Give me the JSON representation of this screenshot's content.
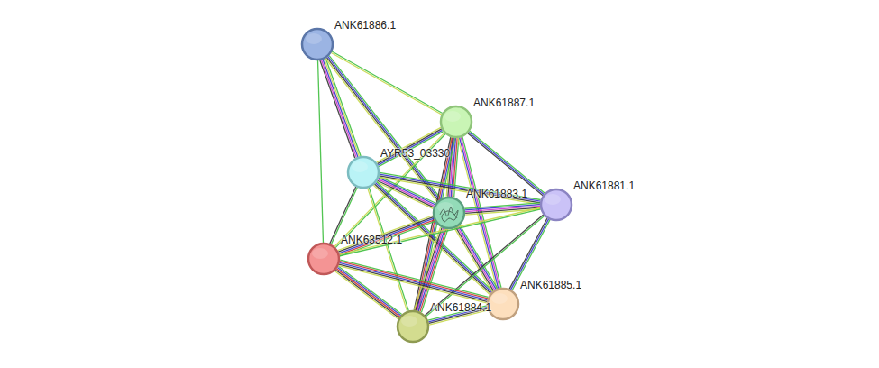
{
  "diagram": {
    "nodes": [
      {
        "text": [
          "ANK61886.1"
        ]
      },
      {
        "text": [
          "ANK61887.1"
        ]
      },
      {
        "text": [
          "AYR53_03330"
        ]
      },
      {
        "text": [
          "ANK61883.1"
        ]
      },
      {
        "text": [
          "ANK61881.1"
        ]
      },
      {
        "text": [
          "ANK63512.1"
        ]
      },
      {
        "text": [
          "ANK61885.1"
        ]
      },
      {
        "text": [
          "ANK61884.1"
        ]
      }
    ],
    "edges": [
      {
        "from": 0,
        "to": 1,
        "arrow": "none"
      },
      {
        "from": 0,
        "to": 2,
        "arrow": "none"
      },
      {
        "from": 0,
        "to": 3,
        "arrow": "none"
      },
      {
        "from": 0,
        "to": 5,
        "arrow": "none"
      },
      {
        "from": 1,
        "to": 2,
        "arrow": "none"
      },
      {
        "from": 1,
        "to": 3,
        "arrow": "none"
      },
      {
        "from": 1,
        "to": 4,
        "arrow": "none"
      },
      {
        "from": 1,
        "to": 5,
        "arrow": "none"
      },
      {
        "from": 1,
        "to": 7,
        "arrow": "none"
      },
      {
        "from": 1,
        "to": 6,
        "arrow": "none"
      },
      {
        "from": 2,
        "to": 3,
        "arrow": "none"
      },
      {
        "from": 2,
        "to": 4,
        "arrow": "none"
      },
      {
        "from": 2,
        "to": 5,
        "arrow": "none"
      },
      {
        "from": 2,
        "to": 7,
        "arrow": "none"
      },
      {
        "from": 2,
        "to": 6,
        "arrow": "none"
      },
      {
        "from": 3,
        "to": 4,
        "arrow": "none"
      },
      {
        "from": 3,
        "to": 5,
        "arrow": "none"
      },
      {
        "from": 3,
        "to": 7,
        "arrow": "none"
      },
      {
        "from": 3,
        "to": 6,
        "arrow": "none"
      },
      {
        "from": 4,
        "to": 5,
        "arrow": "none"
      },
      {
        "from": 4,
        "to": 7,
        "arrow": "none"
      },
      {
        "from": 4,
        "to": 6,
        "arrow": "none"
      },
      {
        "from": 5,
        "to": 7,
        "arrow": "none"
      },
      {
        "from": 5,
        "to": 6,
        "arrow": "none"
      },
      {
        "from": 7,
        "to": 6,
        "arrow": "none"
      }
    ]
  }
}
